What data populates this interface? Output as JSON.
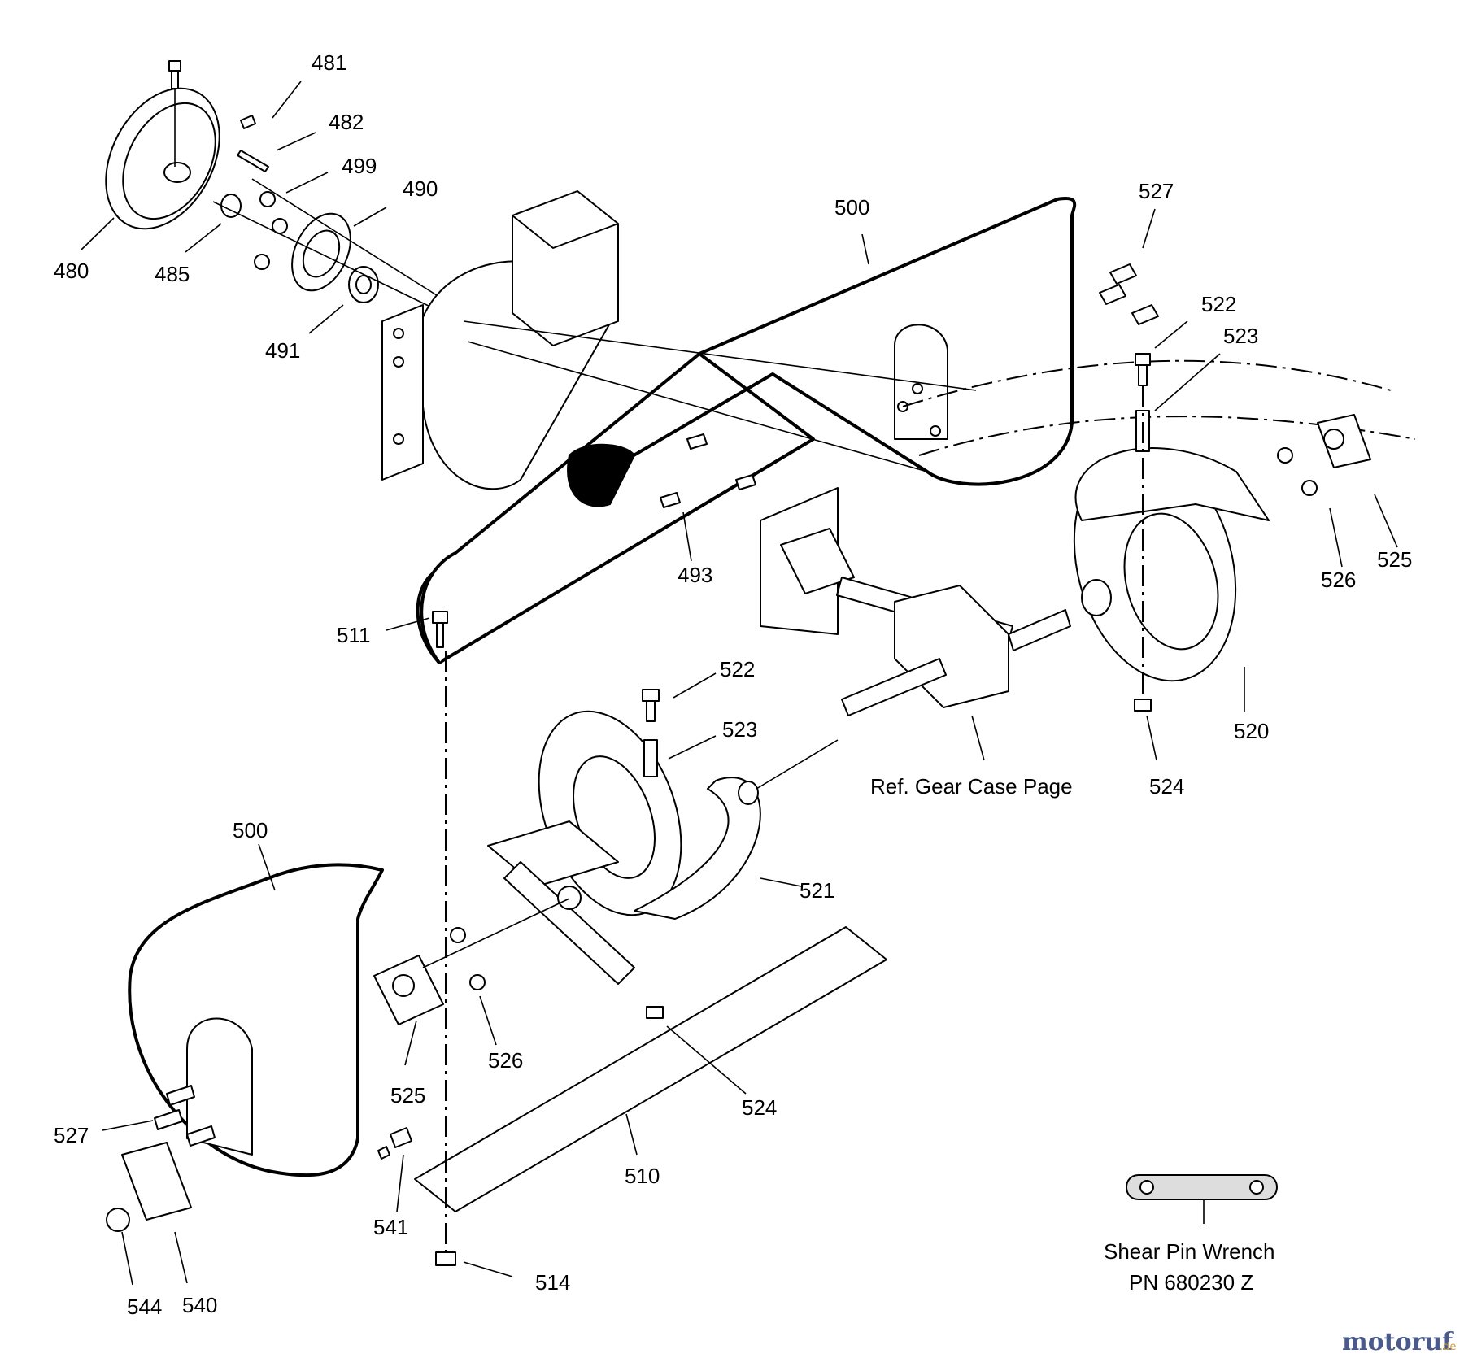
{
  "diagram": {
    "part_labels": {
      "p480": "480",
      "p481": "481",
      "p482": "482",
      "p485": "485",
      "p490": "490",
      "p491": "491",
      "p493": "493",
      "p499": "499",
      "p500_top": "500",
      "p500_bottom": "500",
      "p510": "510",
      "p511": "511",
      "p514": "514",
      "p520": "520",
      "p521": "521",
      "p522_right": "522",
      "p522_left": "522",
      "p523_right": "523",
      "p523_left": "523",
      "p524_right": "524",
      "p524_left": "524",
      "p525_right": "525",
      "p525_left": "525",
      "p526_right": "526",
      "p526_left": "526",
      "p527_right": "527",
      "p527_left": "527",
      "p540": "540",
      "p541": "541",
      "p544": "544"
    },
    "gear_case_note": "Ref. Gear Case Page",
    "wrench_label": "Shear Pin Wrench",
    "wrench_pn": "PN 680230 Z"
  },
  "watermark": {
    "brand": "motoruf",
    "suffix": ".de",
    "color_main": "#4a5a8a",
    "color_accent": "#c8a040"
  }
}
